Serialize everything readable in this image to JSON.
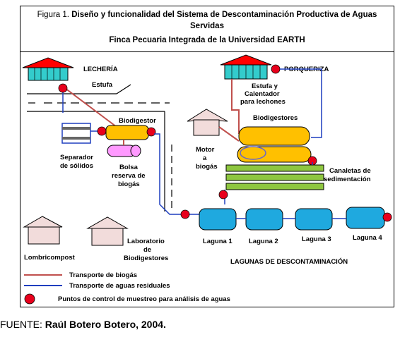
{
  "figure": {
    "prefix": "Figura 1.",
    "title_line1": "Diseño y funcionalidad del Sistema de Descontaminación Productiva de Aguas",
    "title_line2": "Servidas",
    "title_line3": "Finca Pecuaria Integrada de la Universidad EARTH"
  },
  "labels": {
    "lecheria": "LECHERÍA",
    "estufa": "Estufa",
    "porqueriza": "PORQUERIZA",
    "estufa_calentador_1": "Estufa y",
    "estufa_calentador_2": "Calentador",
    "estufa_calentador_3": "para lechones",
    "biodigestores": "Biodigestores",
    "biodigestor": "Biodigestor",
    "separador_1": "Separador",
    "separador_2": "de sólidos",
    "bolsa_1": "Bolsa",
    "bolsa_2": "reserva de",
    "bolsa_3": "biogás",
    "motor_1": "Motor",
    "motor_2": "a",
    "motor_3": "biogás",
    "canaletas_1": "Canaletas de",
    "canaletas_2": "sedimentación",
    "laguna1": "Laguna 1",
    "laguna2": "Laguna 2",
    "laguna3": "Laguna 3",
    "laguna4": "Laguna 4",
    "lombricompost": "Lombricompost",
    "laboratorio_1": "Laboratorio",
    "laboratorio_2": "de",
    "laboratorio_3": "Biodigestores",
    "lagunas_title": "LAGUNAS DE DESCONTAMINACIÓN"
  },
  "legend": {
    "biogas": "Transporte de biogás",
    "aguas": "Transporte de aguas residuales",
    "control": "Puntos de control de muestreo para análisis de aguas"
  },
  "colors": {
    "biogas_line": "#c0504d",
    "water_line": "#1f3fbf",
    "control_point": "#e8001c",
    "lagoon": "#1fa9df",
    "digester": "#ffc000",
    "bag": "#ff99ff",
    "canal": "#8ec63f",
    "building_dairy": "#33cccc",
    "roof_red": "#ff0000",
    "house": "#f2dcdb"
  },
  "source": {
    "prefix": "FUENTE:",
    "author": "Raúl Botero Botero, 2004."
  }
}
